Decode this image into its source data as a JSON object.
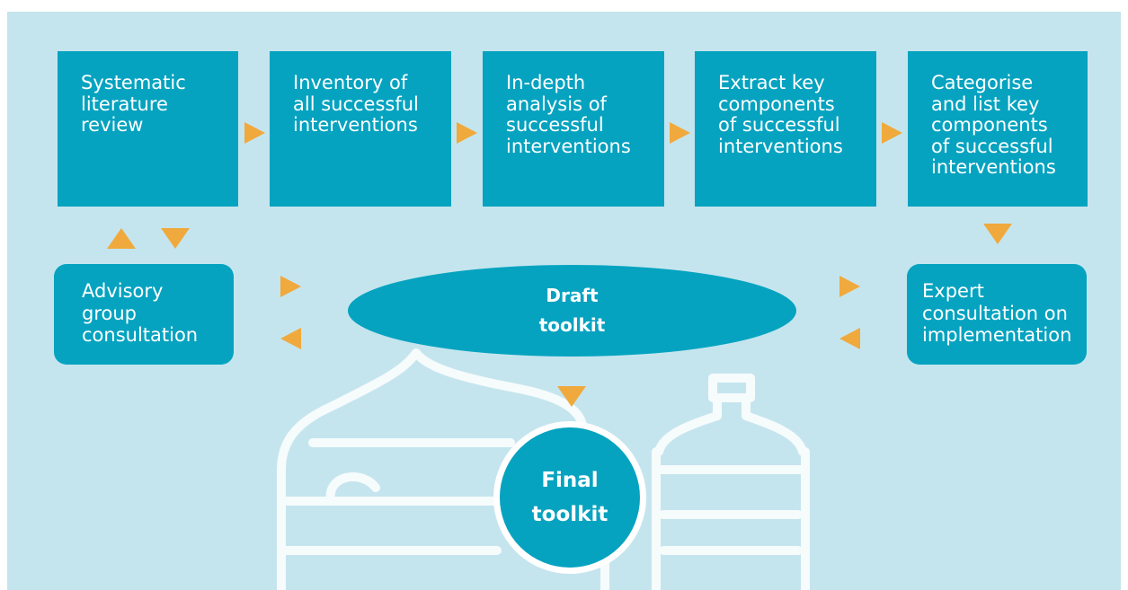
{
  "colors": {
    "background": "#c5e5ee",
    "box": "#05a3c0",
    "arrow": "#f0a93c",
    "text": "#ffffff"
  },
  "process_steps": [
    {
      "label": "Systematic\nliterature\nreview"
    },
    {
      "label": "Inventory of\nall successful\ninterventions"
    },
    {
      "label": "In-depth\nanalysis of\nsuccessful\ninterventions"
    },
    {
      "label": "Extract key\ncomponents\nof successful\ninterventions"
    },
    {
      "label": "Categorise\nand list key\ncomponents\nof successful\n interventions"
    }
  ],
  "advisory": {
    "label": "Advisory\ngroup\nconsultation"
  },
  "expert": {
    "label": "Expert\nconsultation on\nimplementation"
  },
  "draft": {
    "label": "Draft\ntoolkit"
  },
  "final": {
    "label": "Final\ntoolkit"
  }
}
